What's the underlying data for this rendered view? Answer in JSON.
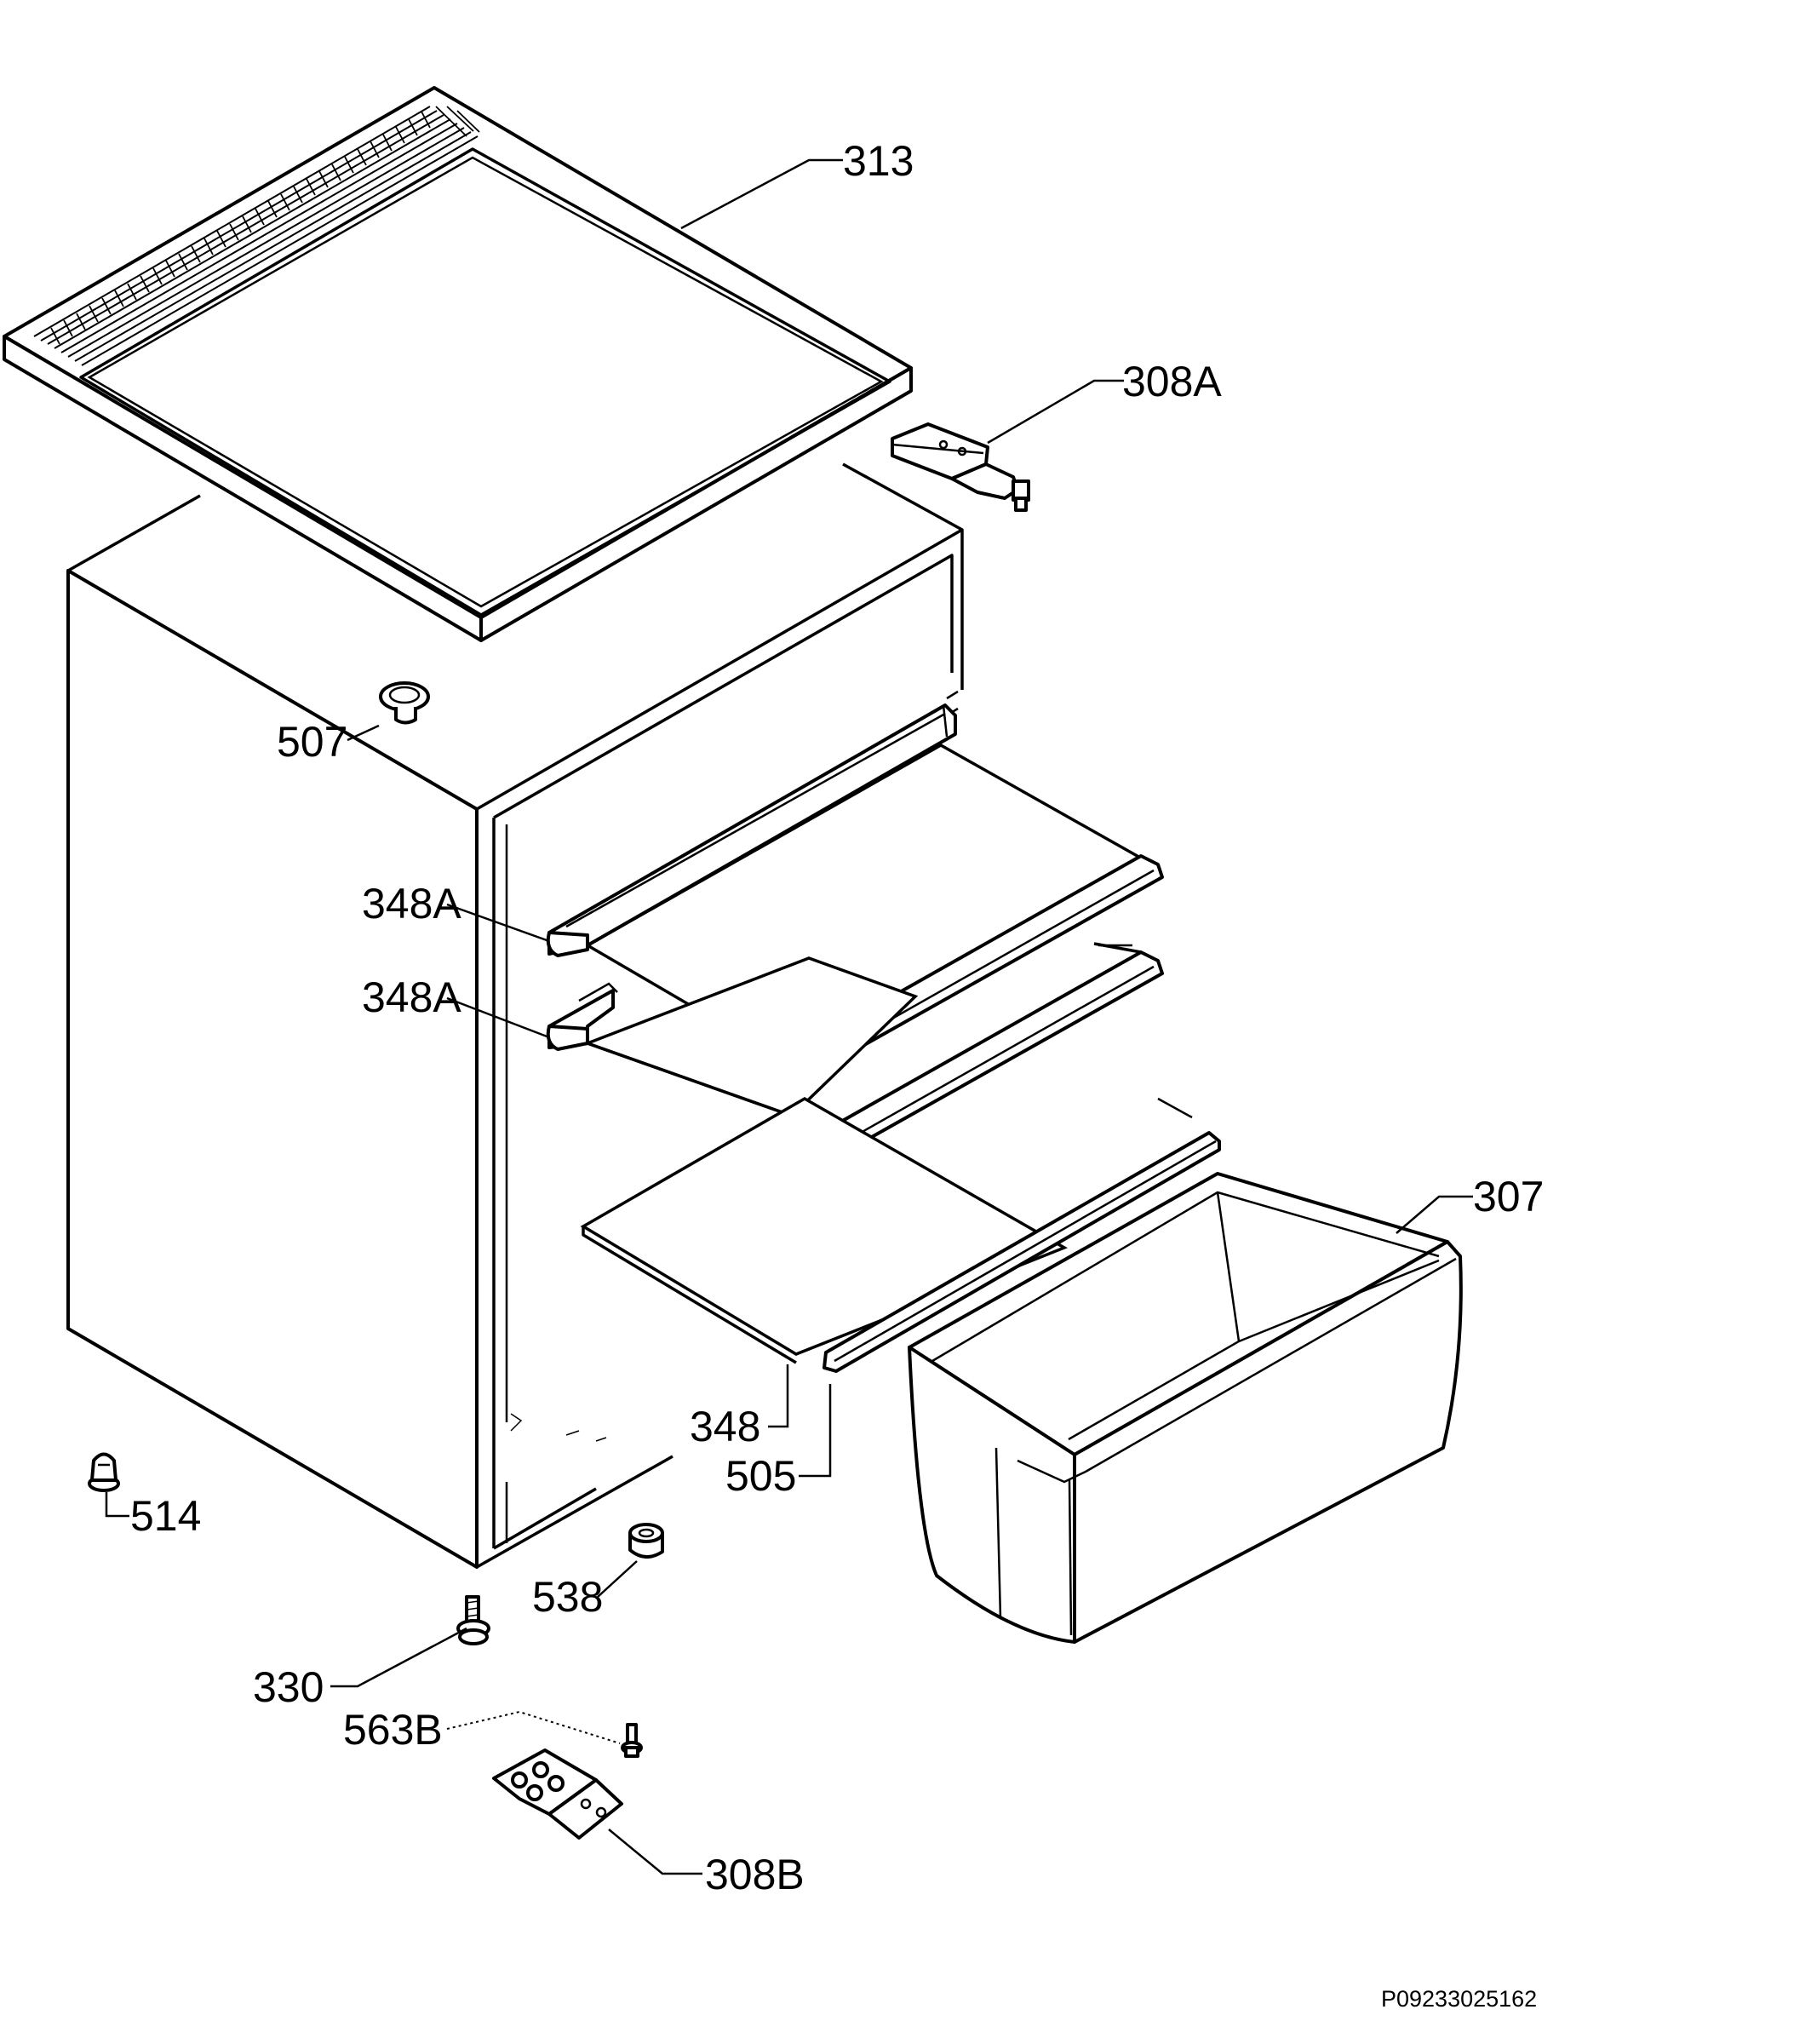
{
  "diagram": {
    "parts": [
      {
        "id": "313",
        "label": "313",
        "name": "worktop"
      },
      {
        "id": "308A",
        "label": "308A",
        "name": "upper hinge"
      },
      {
        "id": "507",
        "label": "507",
        "name": "plug"
      },
      {
        "id": "348A_1",
        "label": "348A",
        "name": "upper shelf"
      },
      {
        "id": "348A_2",
        "label": "348A",
        "name": "middle shelf"
      },
      {
        "id": "307",
        "label": "307",
        "name": "crisper drawer"
      },
      {
        "id": "348",
        "label": "348",
        "name": "crisper cover glass"
      },
      {
        "id": "505",
        "label": "505",
        "name": "cover trim strip"
      },
      {
        "id": "514",
        "label": "514",
        "name": "clip"
      },
      {
        "id": "538",
        "label": "538",
        "name": "bushing"
      },
      {
        "id": "330",
        "label": "330",
        "name": "adjustable foot"
      },
      {
        "id": "563B",
        "label": "563B",
        "name": "screw"
      },
      {
        "id": "308B",
        "label": "308B",
        "name": "lower hinge"
      }
    ],
    "drawing_code": "P09233025162"
  }
}
